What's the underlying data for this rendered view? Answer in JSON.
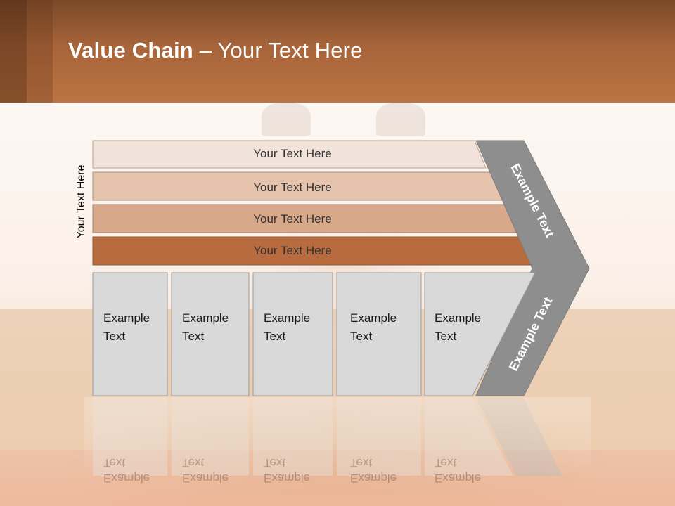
{
  "title": {
    "bold": "Value Chain",
    "rest": " – Your Text Here"
  },
  "side_label": "Your Text Here",
  "bands": [
    {
      "label": "Your Text Here",
      "color": "#f1e3da"
    },
    {
      "label": "Your Text Here",
      "color": "#e5c3ad"
    },
    {
      "label": "Your Text Here",
      "color": "#d7a88a"
    },
    {
      "label": "Your Text Here",
      "color": "#b86b3e"
    }
  ],
  "boxes": [
    {
      "line1": "Example",
      "line2": "Text"
    },
    {
      "line1": "Example",
      "line2": "Text"
    },
    {
      "line1": "Example",
      "line2": "Text"
    },
    {
      "line1": "Example",
      "line2": "Text"
    },
    {
      "line1": "Example",
      "line2": "Text"
    }
  ],
  "chevron": {
    "top_label": "Example Text",
    "bottom_label": "Example Text",
    "color": "#8e8e8e"
  },
  "box_color": "#d9d9d9"
}
